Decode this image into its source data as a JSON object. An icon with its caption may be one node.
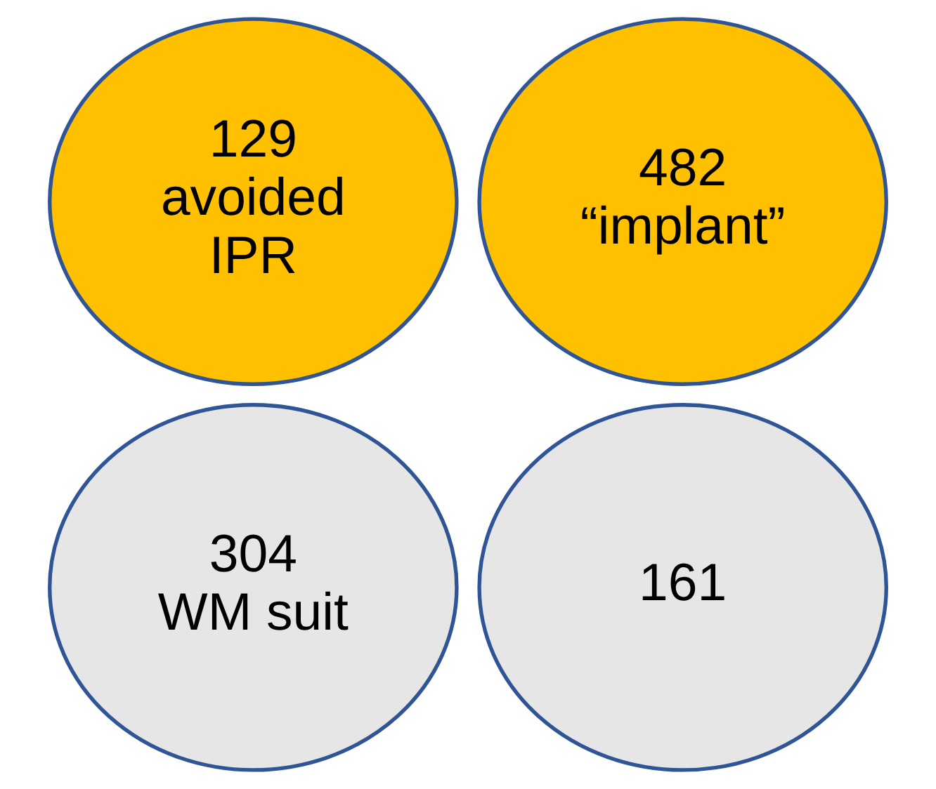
{
  "diagram": {
    "nodes": [
      {
        "text": [
          "129 avoided IPR"
        ]
      },
      {
        "text": [
          "482 “implant”"
        ]
      },
      {
        "text": [
          "304 WM suit"
        ]
      },
      {
        "text": [
          "161"
        ]
      }
    ],
    "edges": []
  }
}
